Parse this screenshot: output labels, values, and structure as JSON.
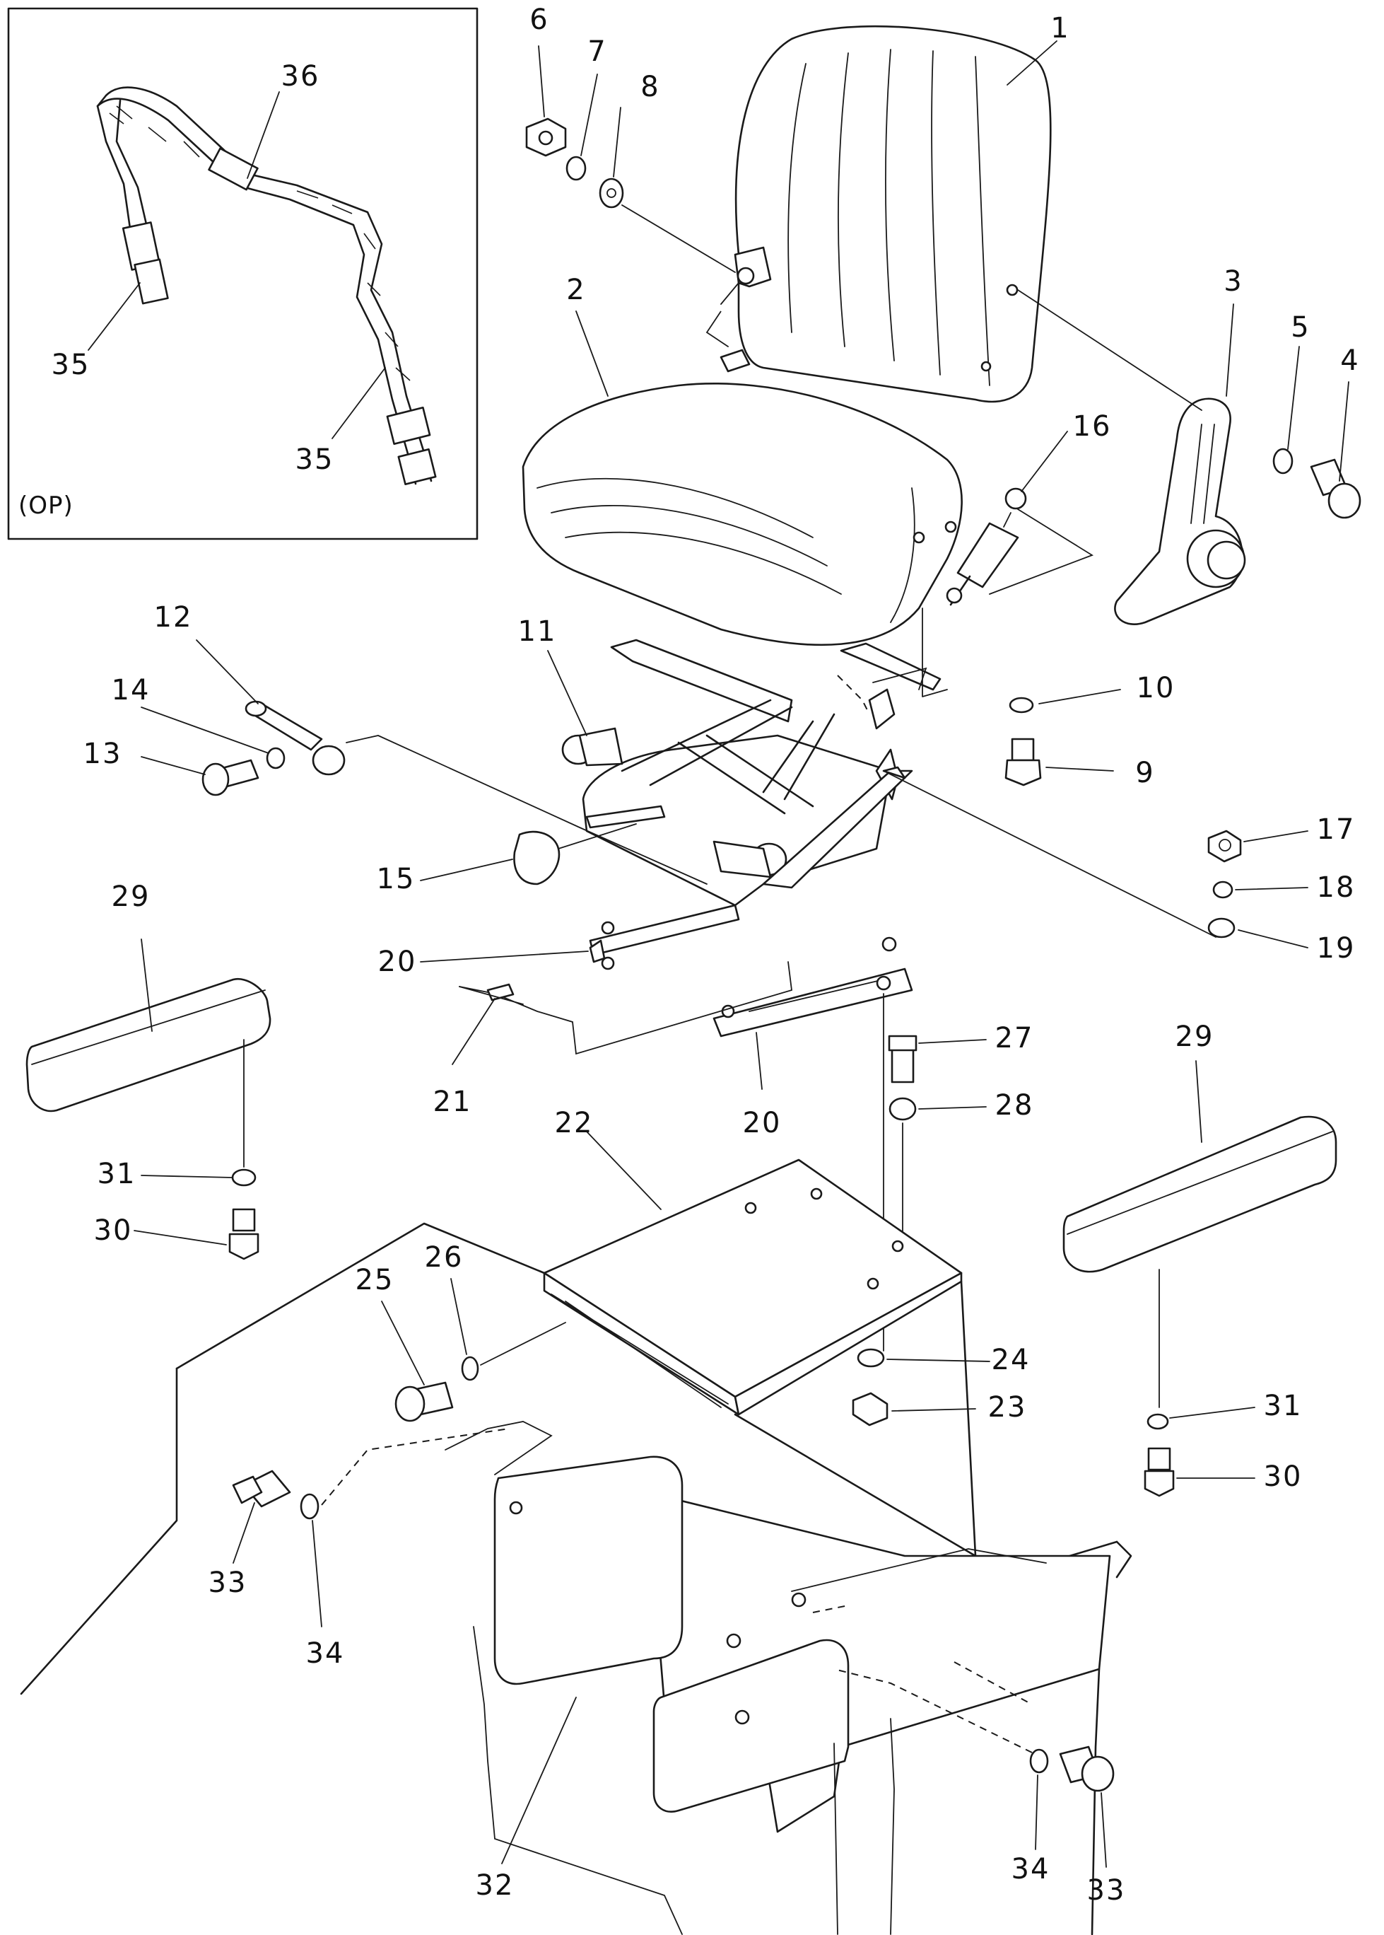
{
  "inset": {
    "label": "(OP)"
  },
  "callouts": [
    "1",
    "2",
    "3",
    "4",
    "5",
    "6",
    "7",
    "8",
    "9",
    "10",
    "11",
    "12",
    "13",
    "14",
    "15",
    "16",
    "17",
    "18",
    "19",
    "20",
    "21",
    "22",
    "23",
    "24",
    "25",
    "26",
    "27",
    "28",
    "29",
    "30",
    "31",
    "32",
    "33",
    "34",
    "35",
    "36"
  ],
  "labels": [
    {
      "id": "c1",
      "text": "1"
    },
    {
      "id": "c2",
      "text": "2"
    },
    {
      "id": "c3",
      "text": "3"
    },
    {
      "id": "c4",
      "text": "4"
    },
    {
      "id": "c5",
      "text": "5"
    },
    {
      "id": "c6",
      "text": "6"
    },
    {
      "id": "c7",
      "text": "7"
    },
    {
      "id": "c8",
      "text": "8"
    },
    {
      "id": "c9",
      "text": "9"
    },
    {
      "id": "c10",
      "text": "10"
    },
    {
      "id": "c11",
      "text": "11"
    },
    {
      "id": "c12",
      "text": "12"
    },
    {
      "id": "c13",
      "text": "13"
    },
    {
      "id": "c14",
      "text": "14"
    },
    {
      "id": "c15",
      "text": "15"
    },
    {
      "id": "c16",
      "text": "16"
    },
    {
      "id": "c17",
      "text": "17"
    },
    {
      "id": "c18",
      "text": "18"
    },
    {
      "id": "c19",
      "text": "19"
    },
    {
      "id": "c20a",
      "text": "20"
    },
    {
      "id": "c20b",
      "text": "20"
    },
    {
      "id": "c21",
      "text": "21"
    },
    {
      "id": "c22",
      "text": "22"
    },
    {
      "id": "c23",
      "text": "23"
    },
    {
      "id": "c24",
      "text": "24"
    },
    {
      "id": "c25",
      "text": "25"
    },
    {
      "id": "c26",
      "text": "26"
    },
    {
      "id": "c27",
      "text": "27"
    },
    {
      "id": "c28",
      "text": "28"
    },
    {
      "id": "c29a",
      "text": "29"
    },
    {
      "id": "c29b",
      "text": "29"
    },
    {
      "id": "c30a",
      "text": "30"
    },
    {
      "id": "c30b",
      "text": "30"
    },
    {
      "id": "c31a",
      "text": "31"
    },
    {
      "id": "c31b",
      "text": "31"
    },
    {
      "id": "c32",
      "text": "32"
    },
    {
      "id": "c33a",
      "text": "33"
    },
    {
      "id": "c33b",
      "text": "33"
    },
    {
      "id": "c34a",
      "text": "34"
    },
    {
      "id": "c34b",
      "text": "34"
    },
    {
      "id": "c35a",
      "text": "35"
    },
    {
      "id": "c35b",
      "text": "35"
    },
    {
      "id": "c36",
      "text": "36"
    }
  ]
}
